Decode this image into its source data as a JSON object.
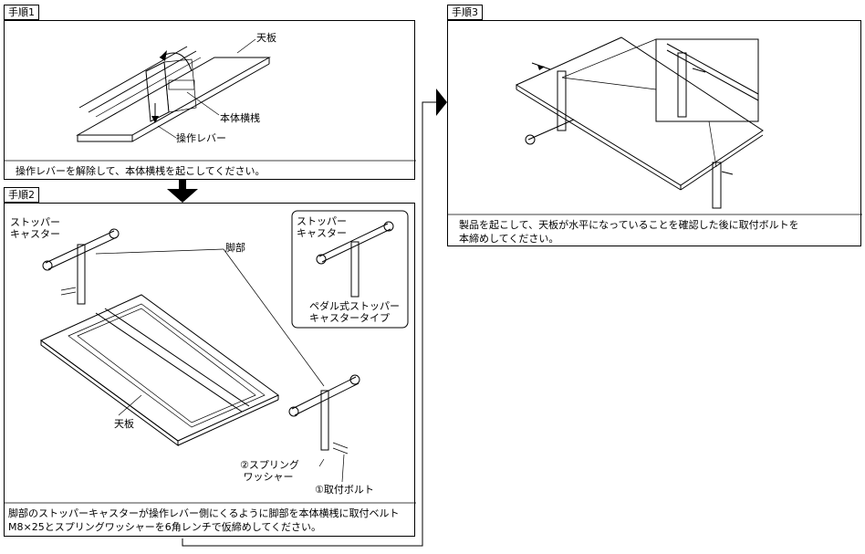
{
  "step1": {
    "tag": "手順1",
    "labels": {
      "top_plate": "天板",
      "body_rail": "本体横桟",
      "lever": "操作レバー"
    },
    "caption": "操作レバーを解除して、本体横桟を起こしてください。"
  },
  "step2": {
    "tag": "手順2",
    "labels": {
      "stopper_caster": "ストッパー\nキャスター",
      "leg": "脚部",
      "inset_caster": "ストッパー\nキャスター",
      "inset_type": "ペダル式ストッパー\nキャスタータイプ",
      "top_plate": "天板",
      "washer": "②スプリング\n ワッシャー",
      "bolt": "①取付ボルト"
    },
    "caption_line1": "脚部のストッパーキャスターが操作レバー側にくるように脚部を本体横桟に取付ベルト",
    "caption_line2": "M8×25とスプリングワッシャーを6角レンチで仮締めしてください。"
  },
  "step3": {
    "tag": "手順3",
    "caption_line1": "製品を起こして、天板が水平になっていることを確認した後に取付ボルトを",
    "caption_line2": "本締めしてください。"
  }
}
